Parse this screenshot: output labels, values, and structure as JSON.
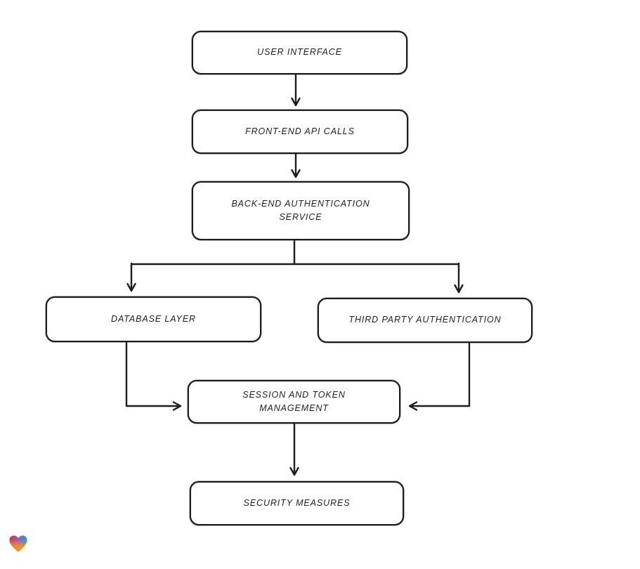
{
  "colors": {
    "background": "#ffffff",
    "stroke": "#1c1c1c",
    "text": "#1f1f1f",
    "logo_red": "#ea2530",
    "logo_blue": "#1ba0d8",
    "logo_orange": "#f7941d"
  },
  "diagram": {
    "nodes": [
      {
        "id": "user-interface",
        "label": "USER INTERFACE"
      },
      {
        "id": "front-end-api-calls",
        "label": "FRONT-END API CALLS"
      },
      {
        "id": "back-end-authentication-service",
        "label": "BACK-END AUTHENTICATION SERVICE"
      },
      {
        "id": "database-layer",
        "label": "DATABASE LAYER"
      },
      {
        "id": "third-party-authentication",
        "label": "THIRD PARTY AUTHENTICATION"
      },
      {
        "id": "session-and-token-management",
        "label": "SESSION AND TOKEN MANAGEMENT"
      },
      {
        "id": "security-measures",
        "label": "SECURITY MEASURES"
      }
    ],
    "edges": [
      {
        "from": "user-interface",
        "to": "front-end-api-calls"
      },
      {
        "from": "front-end-api-calls",
        "to": "back-end-authentication-service"
      },
      {
        "from": "back-end-authentication-service",
        "to": "database-layer"
      },
      {
        "from": "back-end-authentication-service",
        "to": "third-party-authentication"
      },
      {
        "from": "database-layer",
        "to": "session-and-token-management"
      },
      {
        "from": "third-party-authentication",
        "to": "session-and-token-management"
      },
      {
        "from": "session-and-token-management",
        "to": "security-measures"
      }
    ],
    "logo": {
      "name": "eraser-heart-logo"
    }
  }
}
